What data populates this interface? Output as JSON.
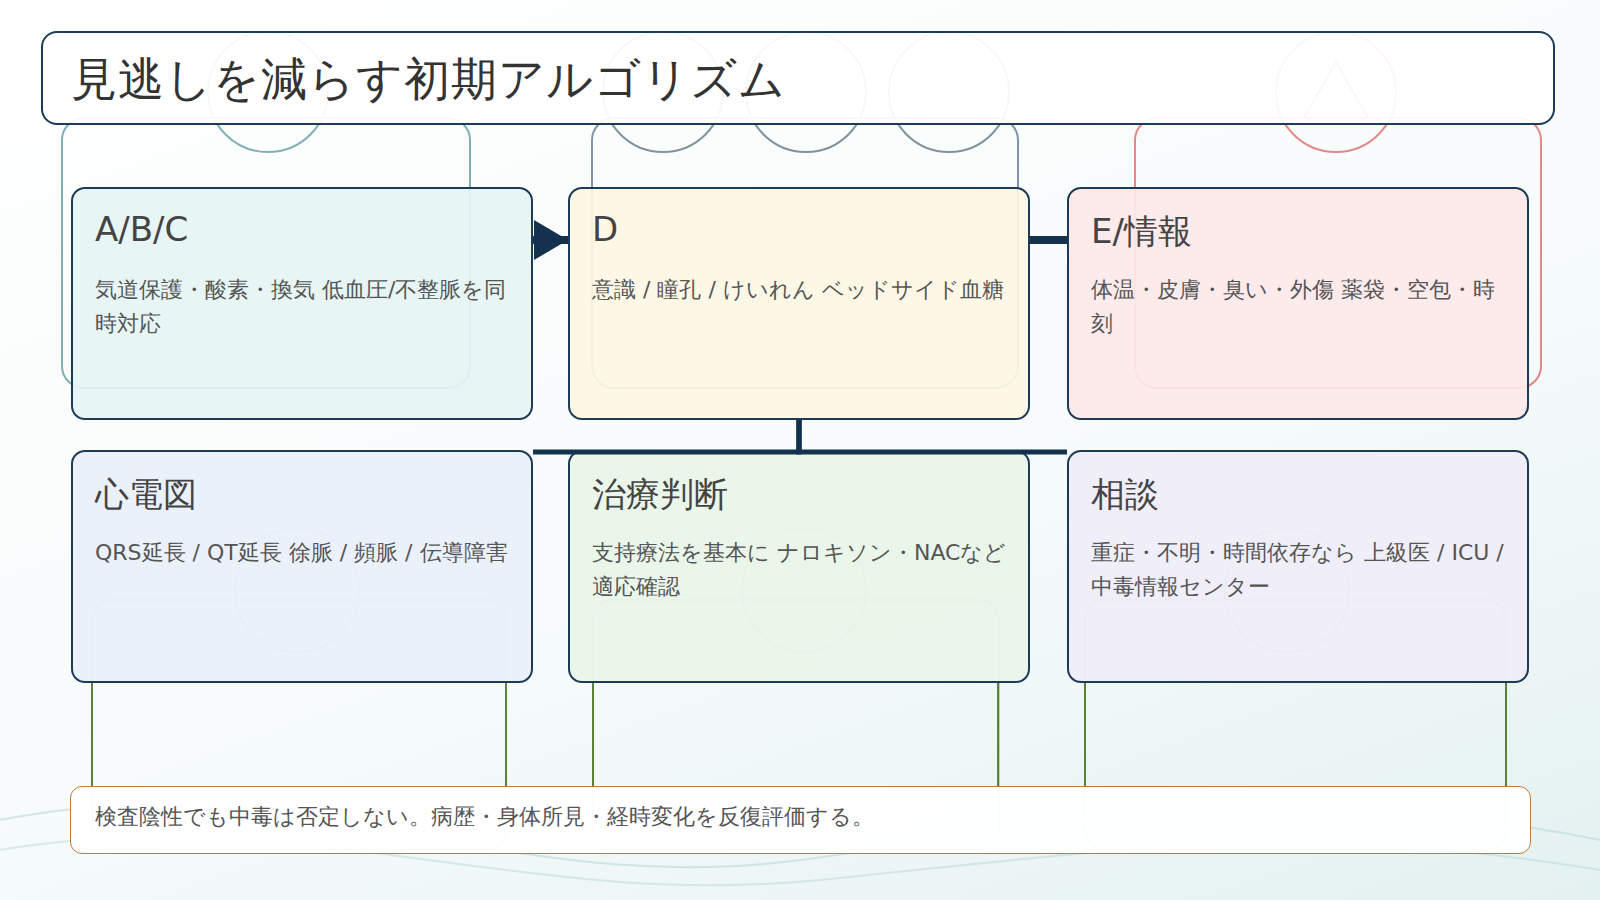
{
  "diagram": {
    "title": "見逃しを減らす初期アルゴリズム",
    "nodes": [
      {
        "text": [
          "A/B/C",
          "気道保護・酸素・換気 低血圧/不整脈を同時対応"
        ]
      },
      {
        "text": [
          "D",
          "意識 / 瞳孔 / けいれん ベッドサイド血糖"
        ]
      },
      {
        "text": [
          "E/情報",
          "体温・皮膚・臭い・外傷 薬袋・空包・時刻"
        ]
      },
      {
        "text": [
          "心電図",
          "QRS延長 / QT延長 徐脈 / 頻脈 / 伝導障害"
        ]
      },
      {
        "text": [
          "治療判断",
          "支持療法を基本に ナロキソン・NACなど適応確認"
        ]
      },
      {
        "text": [
          "相談",
          "重症・不明・時間依存なら 上級医 / ICU / 中毒情報センター"
        ]
      },
      {
        "text": [
          "検査陰性でも中毒は否定しない。病歴・身体所見・経時変化を反復評価する。"
        ]
      }
    ],
    "edges": [
      {
        "from": 0,
        "to": 1,
        "arrow": "to"
      },
      {
        "from": 1,
        "to": 2,
        "arrow": "none"
      },
      {
        "from": 1,
        "to": 3,
        "arrow": "none"
      },
      {
        "from": 1,
        "to": 4,
        "arrow": "none"
      },
      {
        "from": 1,
        "to": 5,
        "arrow": "none"
      }
    ]
  }
}
